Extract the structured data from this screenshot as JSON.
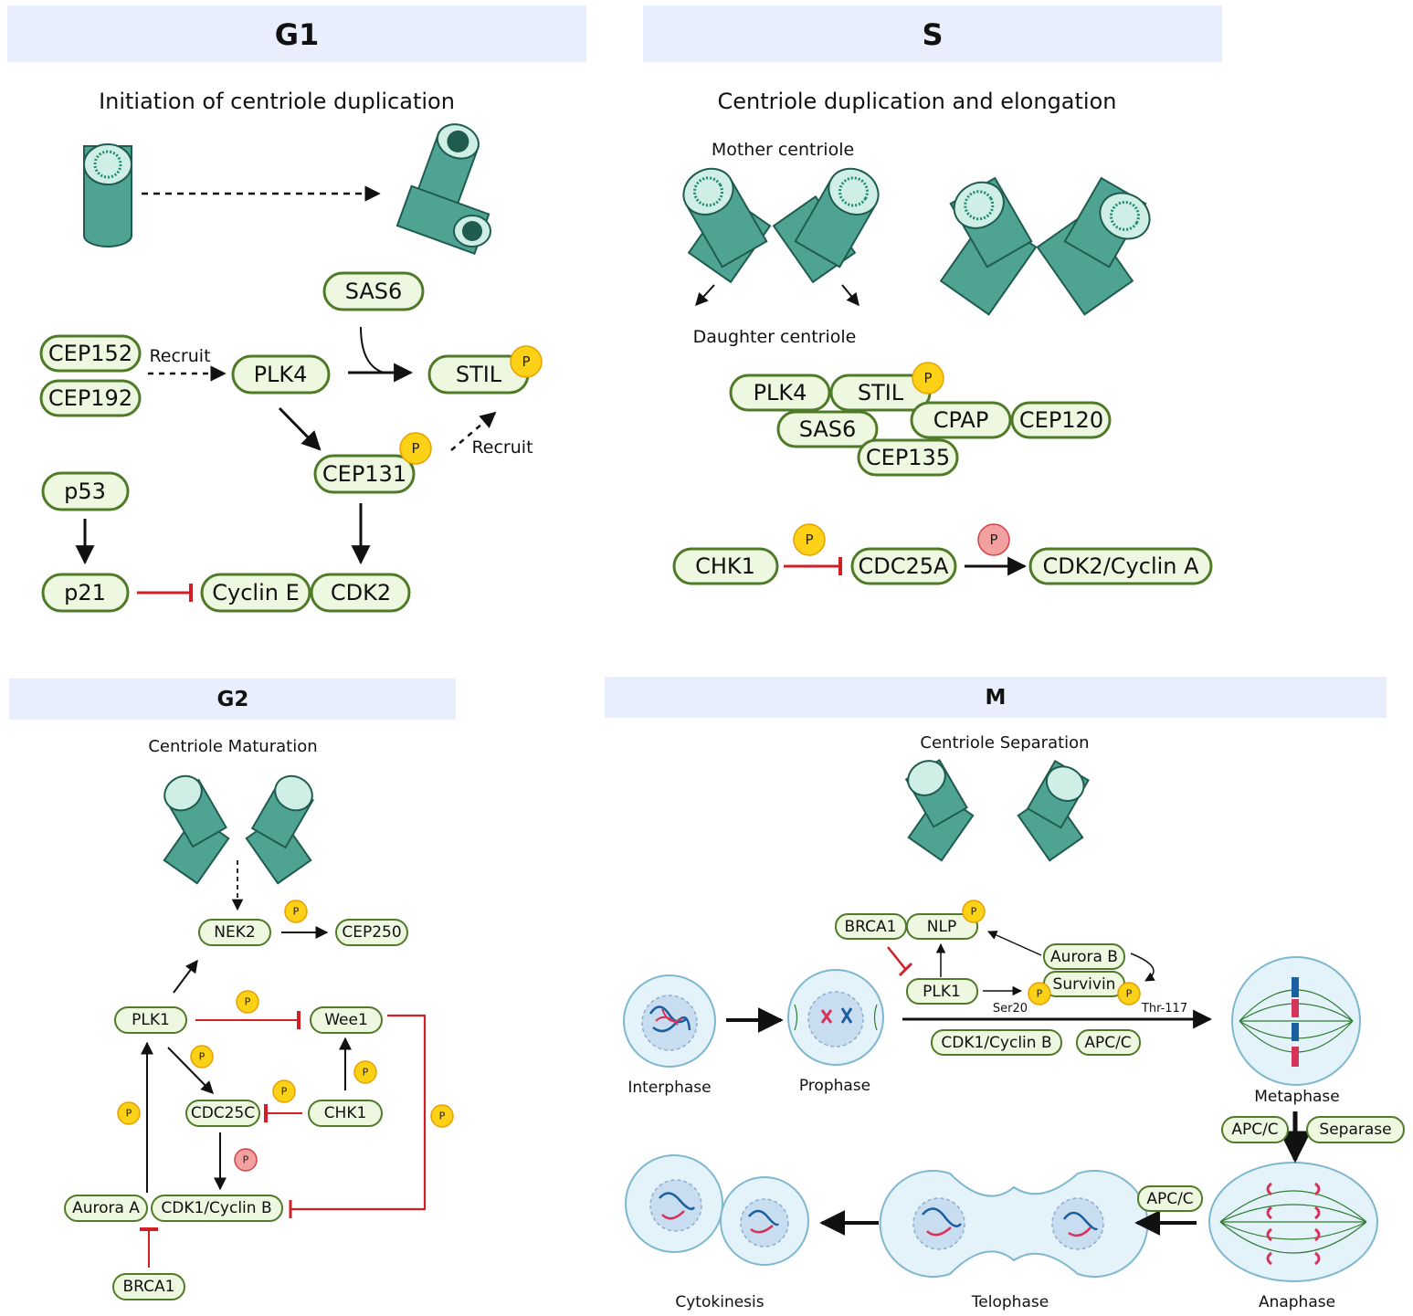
{
  "panels": {
    "g1": {
      "title": "G1",
      "subtitle": "Initiation of centriole duplication",
      "labels": {
        "recruit1": "Recruit",
        "recruit2": "Recruit"
      },
      "nodes": {
        "cep152": "CEP152",
        "cep192": "CEP192",
        "plk4": "PLK4",
        "sas6": "SAS6",
        "stil": "STIL",
        "cep131": "CEP131",
        "p53": "p53",
        "p21": "p21",
        "cyclin_e": "Cyclin E",
        "cdk2": "CDK2"
      }
    },
    "s": {
      "title": "S",
      "subtitle": "Centriole duplication and elongation",
      "labels": {
        "mother": "Mother centriole",
        "daughter": "Daughter centriole"
      },
      "nodes": {
        "plk4": "PLK4",
        "stil": "STIL",
        "sas6": "SAS6",
        "cpap": "CPAP",
        "cep120": "CEP120",
        "cep135": "CEP135",
        "chk1": "CHK1",
        "cdc25a": "CDC25A",
        "cdk2_cyclin_a": "CDK2/Cyclin A"
      }
    },
    "g2": {
      "title": "G2",
      "subtitle": "Centriole Maturation",
      "nodes": {
        "nek2": "NEK2",
        "cep250": "CEP250",
        "plk1": "PLK1",
        "wee1": "Wee1",
        "cdc25c": "CDC25C",
        "chk1": "CHK1",
        "aurora_a": "Aurora A",
        "cdk1_cyclin_b": "CDK1/Cyclin B",
        "brca1": "BRCA1"
      }
    },
    "m": {
      "title": "M",
      "subtitle": "Centriole Separation",
      "nodes": {
        "brca1": "BRCA1",
        "nlp": "NLP",
        "aurora_b": "Aurora B",
        "survivin": "Survivin",
        "plk1": "PLK1",
        "cdk1_cyclin_b": "CDK1/Cyclin B",
        "apc_c_1": "APC/C",
        "apc_c_2": "APC/C",
        "separase": "Separase",
        "apc_c_3": "APC/C"
      },
      "sites": {
        "ser20": "Ser20",
        "thr117": "Thr-117"
      },
      "phases": {
        "interphase": "Interphase",
        "prophase": "Prophase",
        "metaphase": "Metaphase",
        "anaphase": "Anaphase",
        "telophase": "Telophase",
        "cytokinesis": "Cytokinesis"
      }
    }
  },
  "phospho_label": "P",
  "colors": {
    "banner": "#e8eefb",
    "pill_fill": "#eef7df",
    "pill_stroke": "#4f7a28",
    "phospho": "#fcd116",
    "phospho_red": "#f3a0a0",
    "inhibit": "#d11f25",
    "centriole": "#4fa392"
  }
}
